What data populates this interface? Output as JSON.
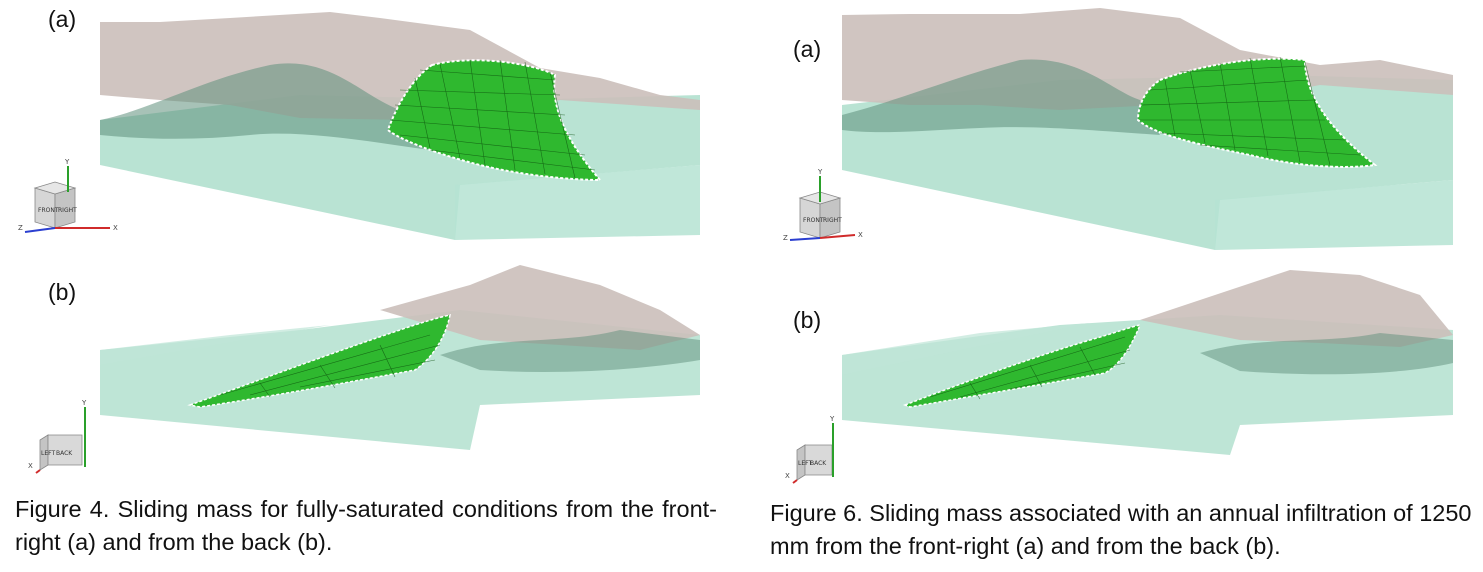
{
  "figures": [
    {
      "id": "figure-4",
      "caption": "Figure 4. Sliding mass for fully-saturated conditions from the front-right (a) and from the back (b).",
      "panels": [
        {
          "label": "(a)",
          "view": "front-right",
          "cube_faces": [
            "FRONT",
            "RIGHT"
          ],
          "axes": [
            "Y",
            "Z",
            "X"
          ]
        },
        {
          "label": "(b)",
          "view": "back",
          "cube_faces": [
            "LEFT",
            "BACK"
          ],
          "axes": [
            "Y",
            "X"
          ]
        }
      ]
    },
    {
      "id": "figure-6",
      "caption": "Figure 6. Sliding mass associated with an annual infiltration of 1250 mm from the front-right (a) and from the back (b).",
      "panels": [
        {
          "label": "(a)",
          "view": "front-right",
          "cube_faces": [
            "FRONT",
            "RIGHT"
          ],
          "axes": [
            "Y",
            "Z",
            "X"
          ]
        },
        {
          "label": "(b)",
          "view": "back",
          "cube_faces": [
            "LEFT",
            "BACK"
          ],
          "axes": [
            "Y",
            "X"
          ]
        }
      ]
    }
  ],
  "colors": {
    "terrain_surface": "#c9bdb8",
    "water_volume": "#a8dcc8",
    "sliding_mass": "#29b529",
    "mesh_lines": "#0c4d0c",
    "slip_boundary": "#ffffff"
  }
}
